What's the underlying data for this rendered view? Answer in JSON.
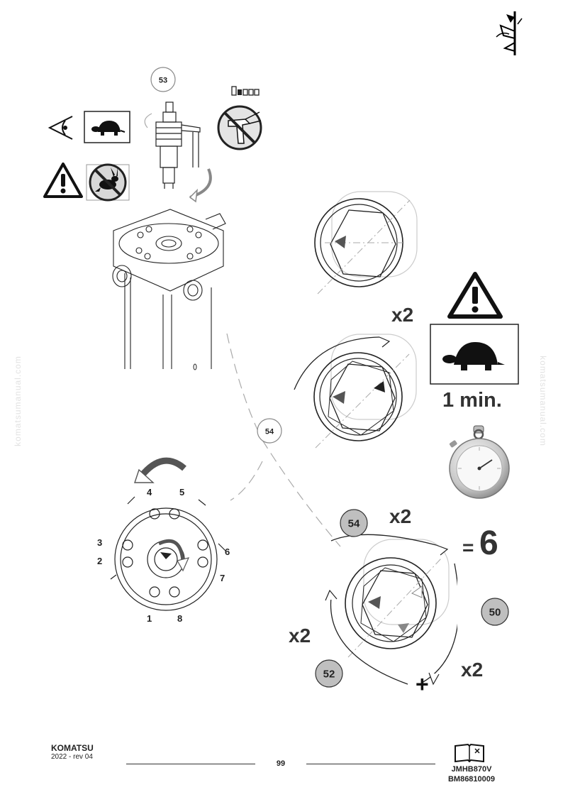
{
  "page": {
    "watermark": "komatsumanual.com"
  },
  "steps": {
    "s53": "53",
    "s54": "54",
    "s54b": "54",
    "s50": "50",
    "s52": "52"
  },
  "caution": {
    "duration": "1 min."
  },
  "pattern": {
    "bolts": [
      "1",
      "2",
      "3",
      "4",
      "5",
      "6",
      "7",
      "8"
    ]
  },
  "sequence": {
    "repeat_top": "x2",
    "repeat_a": "x2",
    "repeat_b": "x2",
    "repeat_c": "x2",
    "equals": "=",
    "total": "6",
    "plus": "+"
  },
  "footer": {
    "brand": "KOMATSU",
    "revision": "2022 -   rev 04",
    "page_number": "99",
    "code_1": "JMHB870V",
    "code_2": "BM86810009"
  }
}
